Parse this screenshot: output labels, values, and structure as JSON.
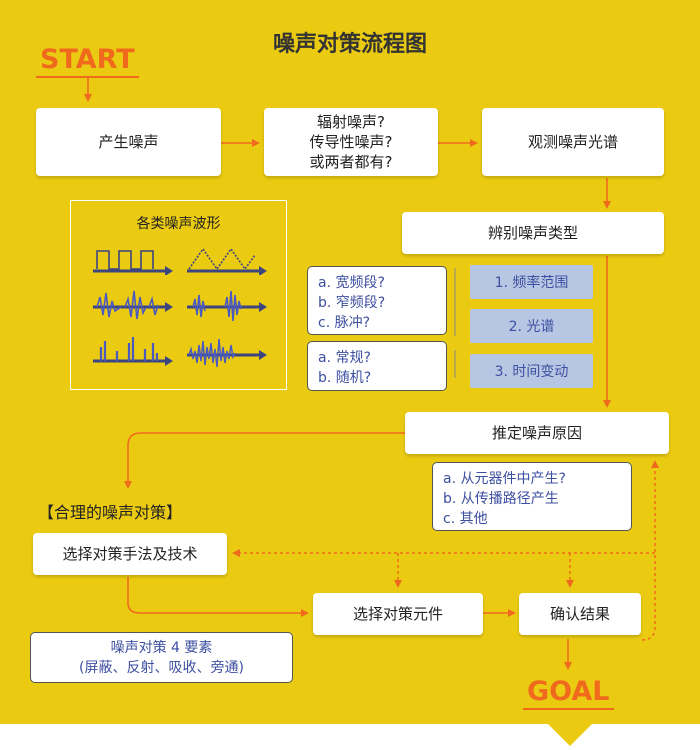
{
  "title": "噪声对策流程图",
  "start_label": "START",
  "goal_label": "GOAL",
  "steps": {
    "generate": "产生噪声",
    "kind_line1": "辐射噪声?",
    "kind_line2": "传导性噪声?",
    "kind_line3": "或两者都有?",
    "spectrum": "观测噪声光谱",
    "identify": "辨别噪声类型",
    "estimate": "推定噪声原因",
    "method": "选择对策手法及技术",
    "component": "选择对策元件",
    "confirm": "确认结果"
  },
  "waveforms": {
    "title": "各类噪声波形"
  },
  "bubble_freq": [
    "a. 宽频段?",
    "b. 窄频段?",
    "c. 脉冲?"
  ],
  "bubble_time": [
    "a. 常规?",
    "b. 随机?"
  ],
  "categories": [
    "1. 频率范围",
    "2. 光谱",
    "3. 时间变动"
  ],
  "bubble_cause": [
    "a. 从元器件中产生?",
    "b. 从传播路径产生",
    "c. 其他"
  ],
  "section_heading": "【合理的噪声对策】",
  "note": {
    "line1": "噪声对策 4 要素",
    "line2": "(屏蔽、反射、吸收、旁通)"
  },
  "colors": {
    "background": "#EBCB12",
    "arrow": "#F06A1E",
    "category_fill": "#B7C7E3",
    "note_text": "#3D4FA0"
  }
}
